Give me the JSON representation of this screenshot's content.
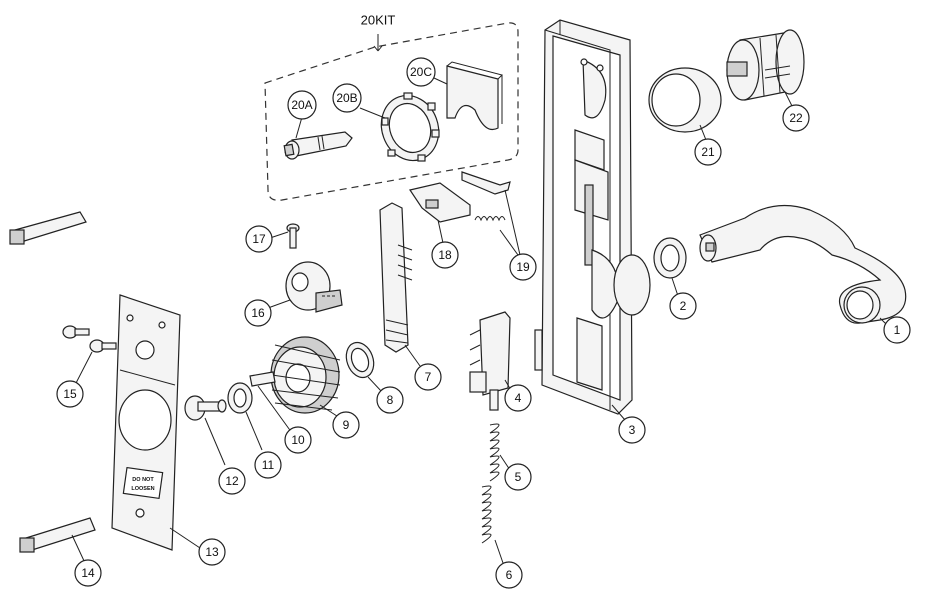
{
  "kit_label": "20KIT",
  "plate_label_line1": "DO NOT",
  "plate_label_line2": "LOOSEN",
  "callouts": [
    {
      "id": "c1",
      "text": "1"
    },
    {
      "id": "c2",
      "text": "2"
    },
    {
      "id": "c3",
      "text": "3"
    },
    {
      "id": "c4",
      "text": "4"
    },
    {
      "id": "c5",
      "text": "5"
    },
    {
      "id": "c6",
      "text": "6"
    },
    {
      "id": "c7",
      "text": "7"
    },
    {
      "id": "c8",
      "text": "8"
    },
    {
      "id": "c9",
      "text": "9"
    },
    {
      "id": "c10",
      "text": "10"
    },
    {
      "id": "c11",
      "text": "11"
    },
    {
      "id": "c12",
      "text": "12"
    },
    {
      "id": "c13",
      "text": "13"
    },
    {
      "id": "c14",
      "text": "14"
    },
    {
      "id": "c15",
      "text": "15"
    },
    {
      "id": "c16",
      "text": "16"
    },
    {
      "id": "c17",
      "text": "17"
    },
    {
      "id": "c18",
      "text": "18"
    },
    {
      "id": "c19",
      "text": "19"
    },
    {
      "id": "c20a",
      "text": "20A"
    },
    {
      "id": "c20b",
      "text": "20B"
    },
    {
      "id": "c20c",
      "text": "20C"
    },
    {
      "id": "c21",
      "text": "21"
    },
    {
      "id": "c22",
      "text": "22"
    }
  ]
}
